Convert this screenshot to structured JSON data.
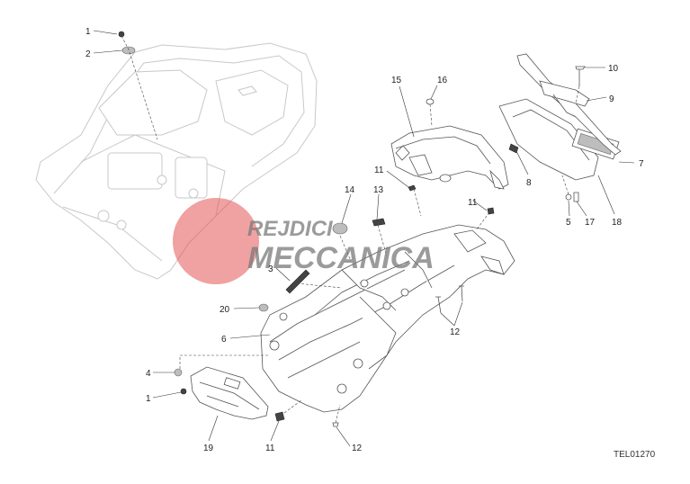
{
  "callouts": [
    "1",
    "2",
    "15",
    "16",
    "10",
    "9",
    "11",
    "7",
    "8",
    "14",
    "13",
    "5",
    "17",
    "18",
    "3",
    "20",
    "12",
    "6",
    "4",
    "1",
    "11",
    "12",
    "19"
  ],
  "drawing_code": "TEL01270",
  "watermark": {
    "line1": "REJDICI",
    "line2": "MECCANICA",
    "color": "#e45454"
  }
}
